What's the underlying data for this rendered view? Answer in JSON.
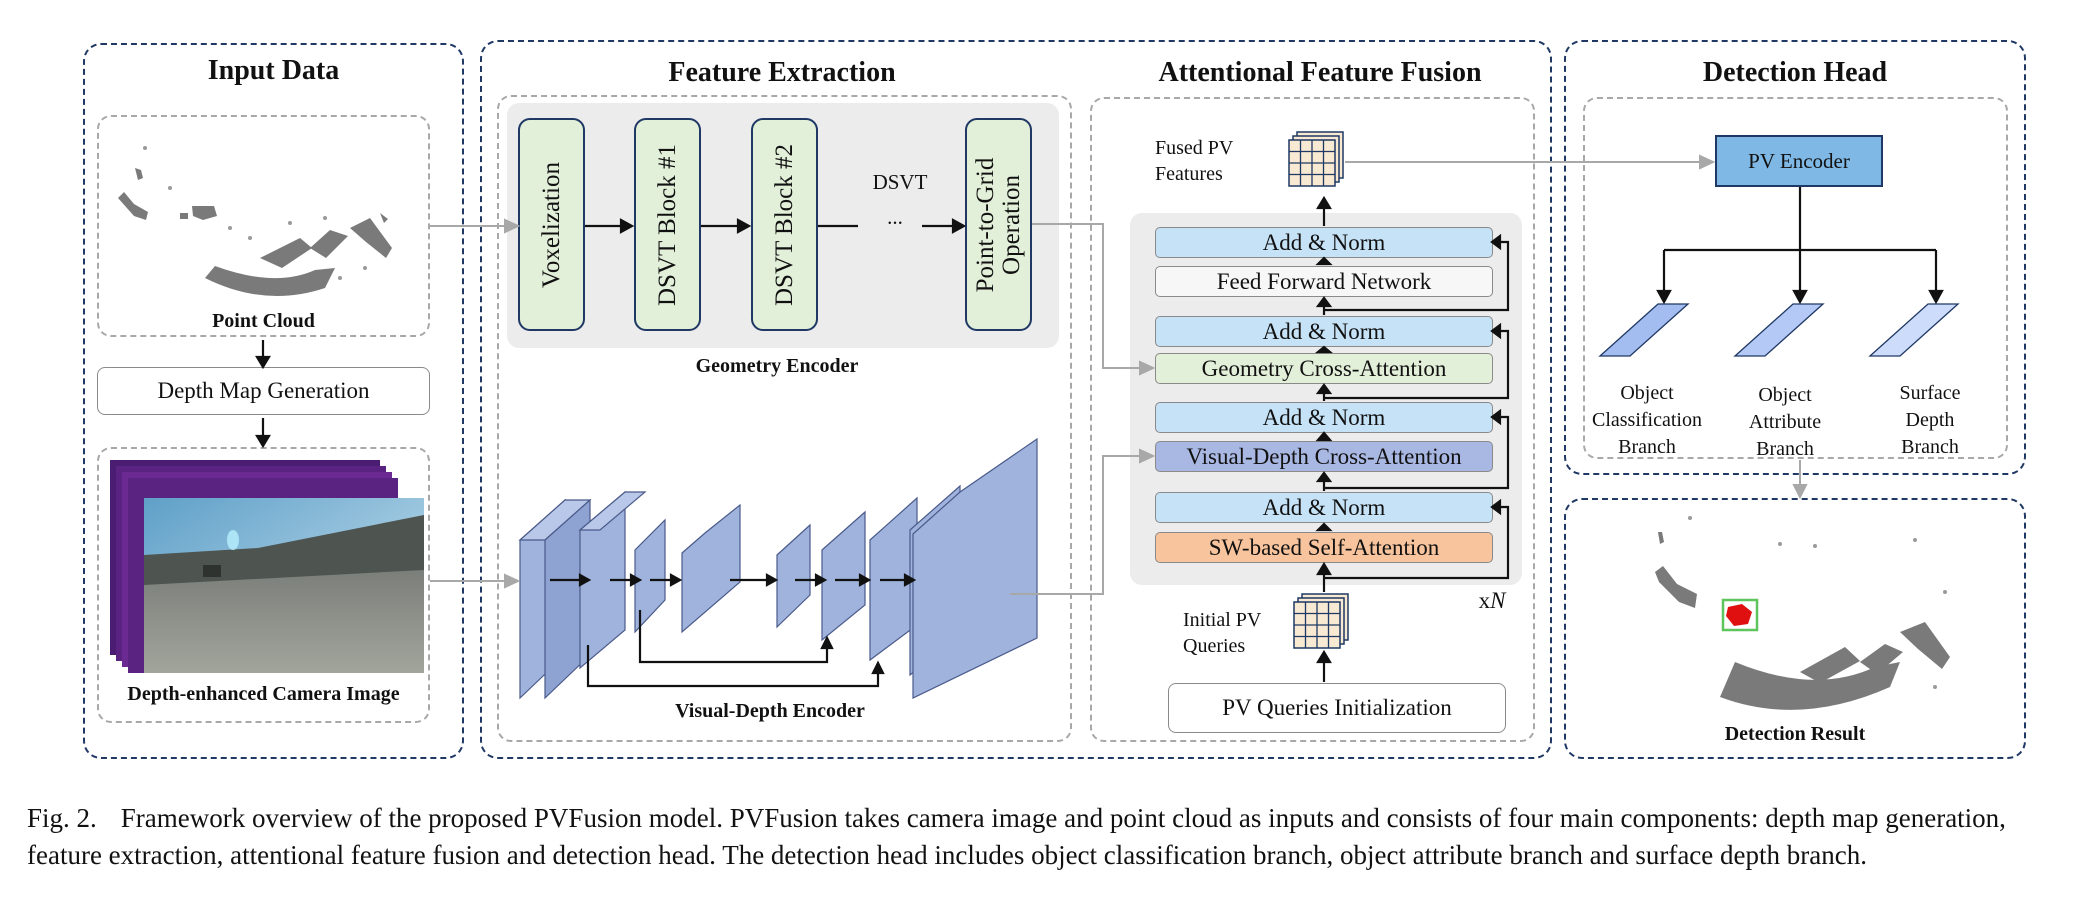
{
  "panels": {
    "input": {
      "title": "Input Data",
      "point_cloud_label": "Point Cloud",
      "depth_map_generation": "Depth Map Generation",
      "camera_image_label": "Depth-enhanced Camera Image"
    },
    "feature": {
      "title": "Feature Extraction",
      "geometry_blocks": [
        "Voxelization",
        "DSVT Block #1",
        "DSVT Block #2",
        "Point-to-Grid\nOperation"
      ],
      "dsvt_label": "DSVT",
      "dsvt_dots": "...",
      "geometry_encoder": "Geometry Encoder",
      "visual_depth_encoder": "Visual-Depth Encoder"
    },
    "fusion": {
      "title": "Attentional Feature Fusion",
      "fused_features_label": "Fused PV\nFeatures",
      "layers": [
        {
          "label": "Add & Norm",
          "color": "blue"
        },
        {
          "label": "Feed Forward Network",
          "color": "white"
        },
        {
          "label": "Add & Norm",
          "color": "blue"
        },
        {
          "label": "Geometry Cross-Attention",
          "color": "green"
        },
        {
          "label": "Add & Norm",
          "color": "blue"
        },
        {
          "label": "Visual-Depth Cross-Attention",
          "color": "purple"
        },
        {
          "label": "Add & Norm",
          "color": "blue"
        },
        {
          "label": "SW-based Self-Attention",
          "color": "orange"
        }
      ],
      "repeat_label": "x",
      "repeat_var": "N",
      "initial_queries_label": "Initial PV\nQueries",
      "queries_init": "PV Queries Initialization"
    },
    "head": {
      "title": "Detection Head",
      "pv_encoder": "PV Encoder",
      "branches": [
        "Object\nClassification\nBranch",
        "Object\nAttribute\nBranch",
        "Surface\nDepth\nBranch"
      ],
      "detection_result": "Detection Result"
    }
  },
  "colors": {
    "panel_border": "#1f3864",
    "add_norm": "#c6e2f7",
    "geometry_block": "#e2efd9",
    "visual_depth_attention": "#a9b7e3",
    "self_attention": "#f8c49d",
    "pv_encoder": "#7fb8e4",
    "encoder_layers": "#9fb3dd"
  },
  "caption": {
    "fig": "Fig. 2.",
    "text": "Framework overview of the proposed PVFusion model. PVFusion takes camera image and point cloud as inputs and consists of four main components: depth map generation, feature extraction, attentional feature fusion and detection head. The detection head includes object classification branch, object attribute branch and surface depth branch."
  }
}
